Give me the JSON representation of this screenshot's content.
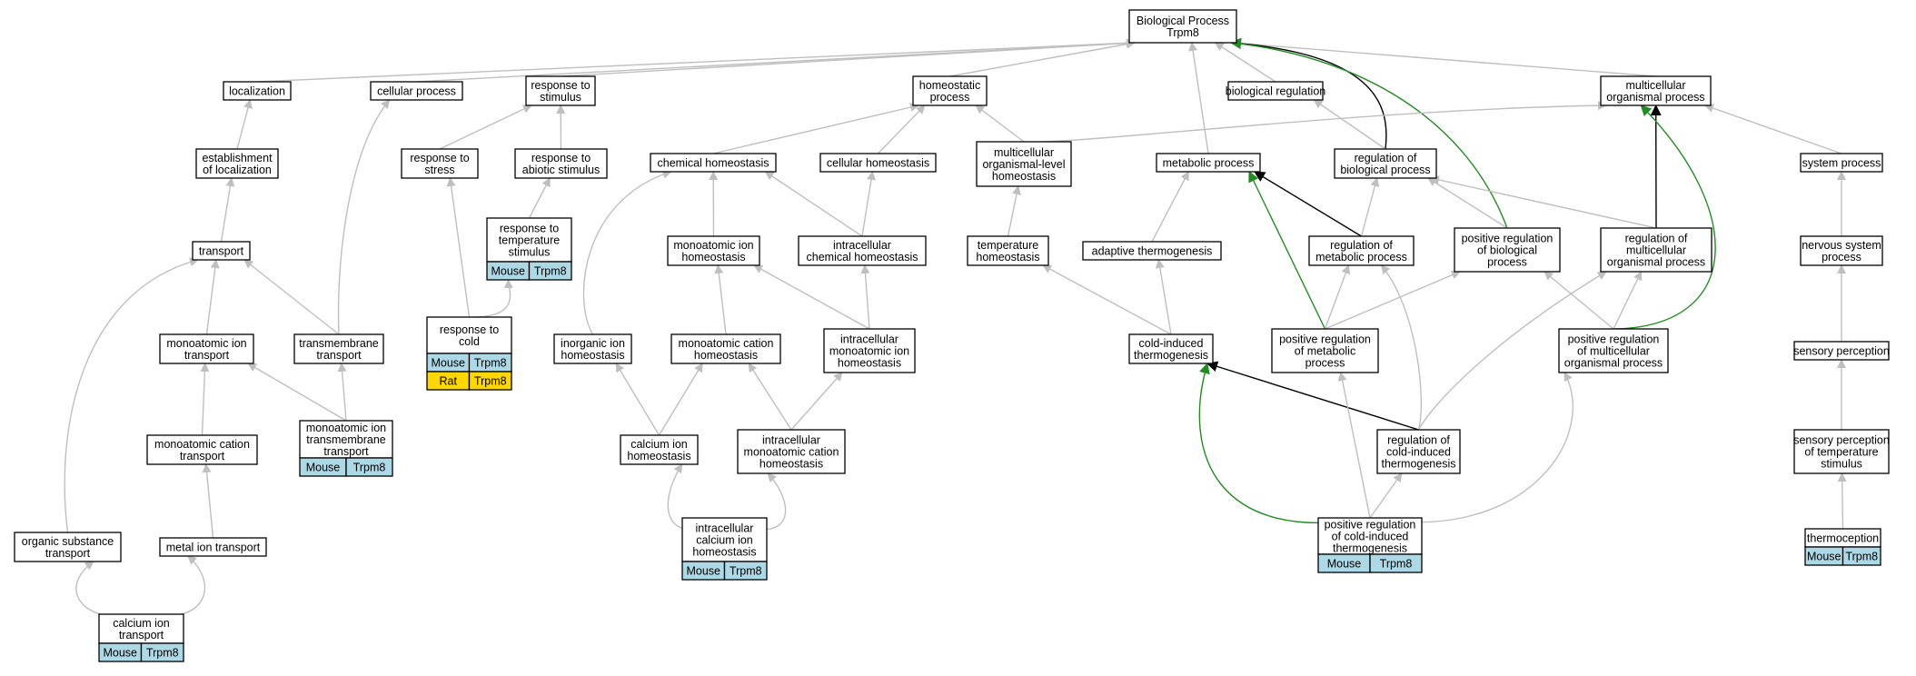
{
  "colors": {
    "edge_default": "#bfbfbf",
    "edge_black": "#000000",
    "edge_green": "#228b22",
    "tag_mouse": "#add8e6",
    "tag_rat": "#ffd700",
    "node_border": "#000000",
    "node_fill": "#ffffff"
  },
  "nodes": [
    {
      "id": "bp",
      "lines": [
        "Biological Process",
        "Trpm8"
      ]
    },
    {
      "id": "loc",
      "lines": [
        "localization"
      ]
    },
    {
      "id": "cp",
      "lines": [
        "cellular process"
      ]
    },
    {
      "id": "rts",
      "lines": [
        "response to",
        "stimulus"
      ]
    },
    {
      "id": "hp",
      "lines": [
        "homeostatic",
        "process"
      ]
    },
    {
      "id": "breg",
      "lines": [
        "biological regulation"
      ]
    },
    {
      "id": "mop",
      "lines": [
        "multicellular",
        "organismal process"
      ]
    },
    {
      "id": "eol",
      "lines": [
        "establishment",
        "of localization"
      ]
    },
    {
      "id": "rstress",
      "lines": [
        "response to",
        "stress"
      ]
    },
    {
      "id": "ras",
      "lines": [
        "response to",
        "abiotic stimulus"
      ]
    },
    {
      "id": "chem",
      "lines": [
        "chemical homeostasis"
      ]
    },
    {
      "id": "cellh",
      "lines": [
        "cellular homeostasis"
      ]
    },
    {
      "id": "mcoh",
      "lines": [
        "multicellular",
        "organismal-level",
        "homeostasis"
      ]
    },
    {
      "id": "metab",
      "lines": [
        "metabolic process"
      ]
    },
    {
      "id": "rbp",
      "lines": [
        "regulation of",
        "biological process"
      ]
    },
    {
      "id": "sys",
      "lines": [
        "system process"
      ]
    },
    {
      "id": "transport",
      "lines": [
        "transport"
      ]
    },
    {
      "id": "rtemp",
      "lines": [
        "response to",
        "temperature",
        "stimulus"
      ],
      "tags": [
        [
          "Mouse",
          "Trpm8"
        ]
      ]
    },
    {
      "id": "maih",
      "lines": [
        "monoatomic ion",
        "homeostasis"
      ]
    },
    {
      "id": "ichem",
      "lines": [
        "intracellular",
        "chemical homeostasis"
      ]
    },
    {
      "id": "temph",
      "lines": [
        "temperature",
        "homeostasis"
      ]
    },
    {
      "id": "adapt",
      "lines": [
        "adaptive thermogenesis"
      ]
    },
    {
      "id": "rmp",
      "lines": [
        "regulation of",
        "metabolic process"
      ]
    },
    {
      "id": "prbp",
      "lines": [
        "positive regulation",
        "of biological",
        "process"
      ]
    },
    {
      "id": "rmop",
      "lines": [
        "regulation of",
        "multicellular",
        "organismal process"
      ]
    },
    {
      "id": "nsp",
      "lines": [
        "nervous system",
        "process"
      ]
    },
    {
      "id": "mait",
      "lines": [
        "monoatomic ion",
        "transport"
      ]
    },
    {
      "id": "tmt",
      "lines": [
        "transmembrane",
        "transport"
      ]
    },
    {
      "id": "rcold",
      "lines": [
        "response to",
        "cold"
      ],
      "tags": [
        [
          "Mouse",
          "Trpm8"
        ],
        [
          "Rat",
          "Trpm8"
        ]
      ]
    },
    {
      "id": "inorg",
      "lines": [
        "inorganic ion",
        "homeostasis"
      ]
    },
    {
      "id": "mach",
      "lines": [
        "monoatomic cation",
        "homeostasis"
      ]
    },
    {
      "id": "imih",
      "lines": [
        "intracellular",
        "monoatomic ion",
        "homeostasis"
      ]
    },
    {
      "id": "cit",
      "lines": [
        "cold-induced",
        "thermogenesis"
      ]
    },
    {
      "id": "prmp",
      "lines": [
        "positive regulation",
        "of metabolic",
        "process"
      ]
    },
    {
      "id": "prmop",
      "lines": [
        "positive regulation",
        "of multicellular",
        "organismal process"
      ]
    },
    {
      "id": "sensp",
      "lines": [
        "sensory perception"
      ]
    },
    {
      "id": "mact",
      "lines": [
        "monoatomic cation",
        "transport"
      ]
    },
    {
      "id": "maitt",
      "lines": [
        "monoatomic ion",
        "transmembrane",
        "transport"
      ],
      "tags": [
        [
          "Mouse",
          "Trpm8"
        ]
      ]
    },
    {
      "id": "cih",
      "lines": [
        "calcium ion",
        "homeostasis"
      ]
    },
    {
      "id": "imch",
      "lines": [
        "intracellular",
        "monoatomic cation",
        "homeostasis"
      ]
    },
    {
      "id": "rcit",
      "lines": [
        "regulation of",
        "cold-induced",
        "thermogenesis"
      ]
    },
    {
      "id": "spts",
      "lines": [
        "sensory perception",
        "of temperature",
        "stimulus"
      ]
    },
    {
      "id": "ost",
      "lines": [
        "organic substance",
        "transport"
      ]
    },
    {
      "id": "mit",
      "lines": [
        "metal ion transport"
      ]
    },
    {
      "id": "icih",
      "lines": [
        "intracellular",
        "calcium ion",
        "homeostasis"
      ],
      "tags": [
        [
          "Mouse",
          "Trpm8"
        ]
      ]
    },
    {
      "id": "prcit",
      "lines": [
        "positive regulation",
        "of cold-induced",
        "thermogenesis"
      ],
      "tags": [
        [
          "Mouse",
          "Trpm8"
        ]
      ]
    },
    {
      "id": "thermo",
      "lines": [
        "thermoception"
      ],
      "tags": [
        [
          "Mouse",
          "Trpm8"
        ]
      ]
    },
    {
      "id": "cit2",
      "lines": [
        "calcium ion",
        "transport"
      ],
      "tags": [
        [
          "Mouse",
          "Trpm8"
        ]
      ]
    }
  ],
  "edges": [
    [
      "loc",
      "bp",
      "gray"
    ],
    [
      "cp",
      "bp",
      "gray"
    ],
    [
      "rts",
      "bp",
      "gray"
    ],
    [
      "hp",
      "bp",
      "gray"
    ],
    [
      "breg",
      "bp",
      "gray"
    ],
    [
      "mop",
      "bp",
      "gray"
    ],
    [
      "metab",
      "bp",
      "gray"
    ],
    [
      "rbp",
      "bp",
      "black"
    ],
    [
      "prbp",
      "bp",
      "green"
    ],
    [
      "eol",
      "loc",
      "gray"
    ],
    [
      "tmt",
      "cp",
      "gray"
    ],
    [
      "rstress",
      "rts",
      "gray"
    ],
    [
      "ras",
      "rts",
      "gray"
    ],
    [
      "chem",
      "hp",
      "gray"
    ],
    [
      "cellh",
      "hp",
      "gray"
    ],
    [
      "mcoh",
      "hp",
      "gray"
    ],
    [
      "mcoh",
      "mop",
      "gray"
    ],
    [
      "rbp",
      "breg",
      "gray"
    ],
    [
      "sys",
      "mop",
      "gray"
    ],
    [
      "rmop",
      "mop",
      "black"
    ],
    [
      "prmop",
      "mop",
      "green"
    ],
    [
      "transport",
      "eol",
      "gray"
    ],
    [
      "rtemp",
      "ras",
      "gray"
    ],
    [
      "maih",
      "chem",
      "gray"
    ],
    [
      "ichem",
      "chem",
      "gray"
    ],
    [
      "ichem",
      "cellh",
      "gray"
    ],
    [
      "inorg",
      "chem",
      "gray"
    ],
    [
      "temph",
      "mcoh",
      "gray"
    ],
    [
      "adapt",
      "metab",
      "gray"
    ],
    [
      "rmp",
      "metab",
      "black"
    ],
    [
      "prmp",
      "metab",
      "green"
    ],
    [
      "rmp",
      "rbp",
      "gray"
    ],
    [
      "prbp",
      "rbp",
      "gray"
    ],
    [
      "rmop",
      "rbp",
      "gray"
    ],
    [
      "nsp",
      "sys",
      "gray"
    ],
    [
      "mait",
      "transport",
      "gray"
    ],
    [
      "tmt",
      "transport",
      "gray"
    ],
    [
      "ost",
      "transport",
      "gray"
    ],
    [
      "rcold",
      "rstress",
      "gray"
    ],
    [
      "rcold",
      "rtemp",
      "gray"
    ],
    [
      "mach",
      "maih",
      "gray"
    ],
    [
      "imih",
      "maih",
      "gray"
    ],
    [
      "imih",
      "ichem",
      "gray"
    ],
    [
      "cit",
      "temph",
      "gray"
    ],
    [
      "cit",
      "adapt",
      "gray"
    ],
    [
      "prmp",
      "rmp",
      "gray"
    ],
    [
      "prmp",
      "prbp",
      "gray"
    ],
    [
      "prmop",
      "prbp",
      "gray"
    ],
    [
      "prmop",
      "rmop",
      "gray"
    ],
    [
      "sensp",
      "nsp",
      "gray"
    ],
    [
      "mact",
      "mait",
      "gray"
    ],
    [
      "maitt",
      "mait",
      "gray"
    ],
    [
      "maitt",
      "tmt",
      "gray"
    ],
    [
      "cih",
      "inorg",
      "gray"
    ],
    [
      "cih",
      "mach",
      "gray"
    ],
    [
      "imch",
      "mach",
      "gray"
    ],
    [
      "imch",
      "imih",
      "gray"
    ],
    [
      "rcit",
      "cit",
      "black"
    ],
    [
      "rcit",
      "rmp",
      "gray"
    ],
    [
      "rcit",
      "rmop",
      "gray"
    ],
    [
      "spts",
      "sensp",
      "gray"
    ],
    [
      "mit",
      "mact",
      "gray"
    ],
    [
      "icih",
      "cih",
      "gray"
    ],
    [
      "icih",
      "imch",
      "gray"
    ],
    [
      "prcit",
      "cit",
      "green"
    ],
    [
      "prcit",
      "rcit",
      "gray"
    ],
    [
      "prcit",
      "prmp",
      "gray"
    ],
    [
      "prcit",
      "prmop",
      "gray"
    ],
    [
      "thermo",
      "spts",
      "gray"
    ],
    [
      "cit2",
      "ost",
      "gray"
    ],
    [
      "cit2",
      "mit",
      "gray"
    ]
  ]
}
